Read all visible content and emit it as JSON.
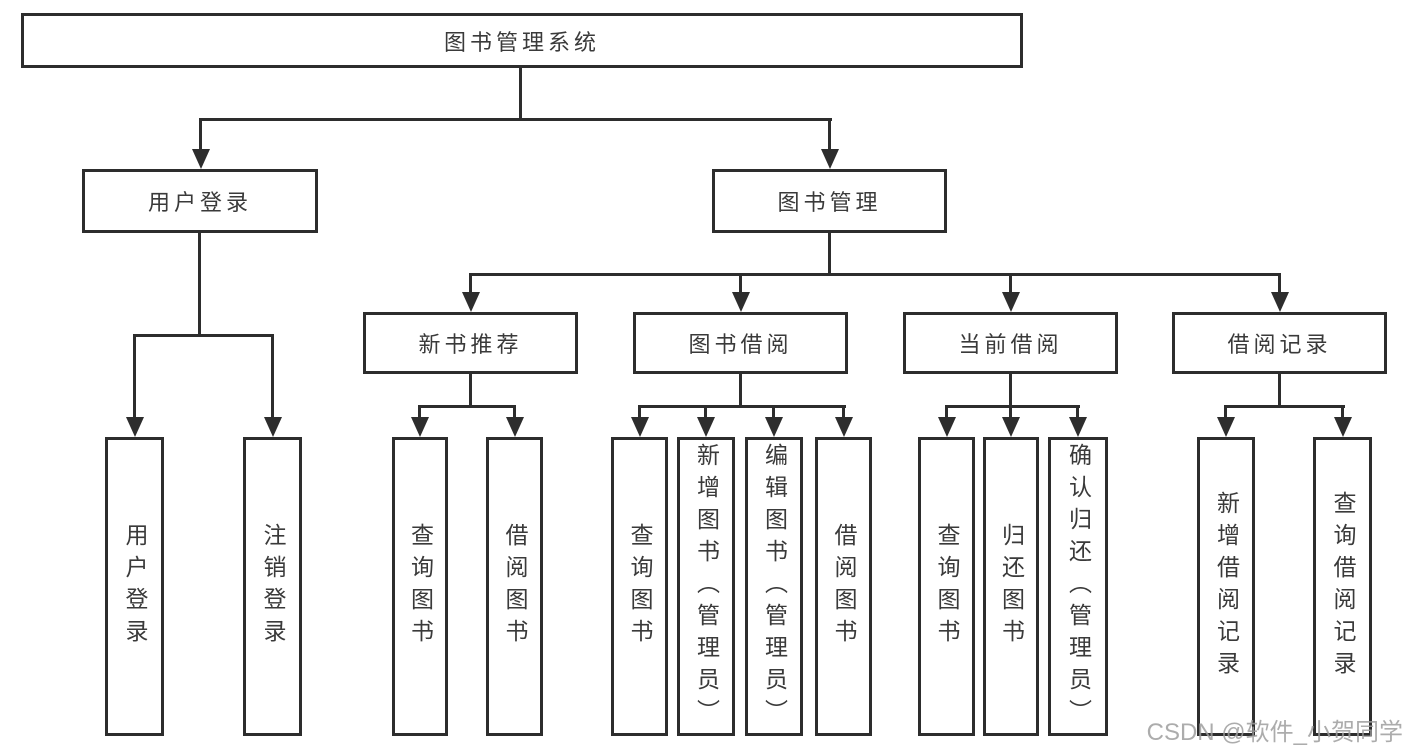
{
  "watermark": "CSDN @软件_小贺同学",
  "colors": {
    "line": "#2d2d2d",
    "box_border": "#2d2d2d",
    "text": "#3a3a3a",
    "background": "#ffffff",
    "watermark": "#9e9e9e"
  },
  "tree": {
    "root": {
      "label": "图书管理系统"
    },
    "branches": [
      {
        "label": "用户登录",
        "children": [
          {
            "label": "用户登录"
          },
          {
            "label": "注销登录"
          }
        ]
      },
      {
        "label": "图书管理",
        "children": [
          {
            "label": "新书推荐",
            "children": [
              {
                "label": "查询图书"
              },
              {
                "label": "借阅图书"
              }
            ]
          },
          {
            "label": "图书借阅",
            "children": [
              {
                "label": "查询图书"
              },
              {
                "label": "新增图书（管理员）"
              },
              {
                "label": "编辑图书（管理员）"
              },
              {
                "label": "借阅图书"
              }
            ]
          },
          {
            "label": "当前借阅",
            "children": [
              {
                "label": "查询图书"
              },
              {
                "label": "归还图书"
              },
              {
                "label": "确认归还（管理员）"
              }
            ]
          },
          {
            "label": "借阅记录",
            "children": [
              {
                "label": "新增借阅记录"
              },
              {
                "label": "查询借阅记录"
              }
            ]
          }
        ]
      }
    ]
  }
}
